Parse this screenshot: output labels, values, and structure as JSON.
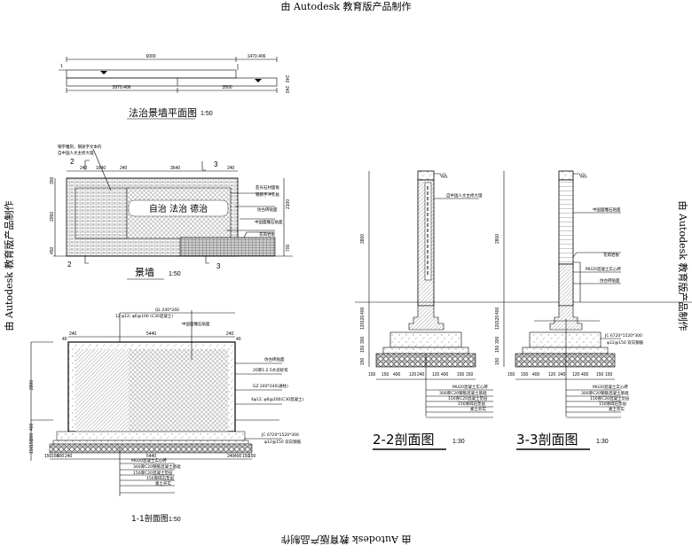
{
  "watermark": "由 Autodesk 教育版产品制作",
  "plan": {
    "title": "法治景墙平面图",
    "scale": "1:50",
    "dims": [
      "6000",
      "1470.406",
      "3970.406",
      "3500",
      "240",
      "240"
    ],
    "section_mark": "1"
  },
  "elevation": {
    "title": "景墙",
    "scale": "1:50",
    "dims_top": [
      "240",
      "1640",
      "240",
      "3640",
      "240"
    ],
    "dims_left": [
      "300",
      "2050",
      "450"
    ],
    "dims_right": [
      "2100",
      "700"
    ],
    "section_marks": [
      "2",
      "3"
    ],
    "wall_text": "自治 法治 德治",
    "labels_left": [
      "钢字雕刻，钢质字文本的",
      "自中国人文主修大理"
    ],
    "labels_right": [
      "亚光石材面板",
      "钢质字冲孔板",
      "仿古砖贴面",
      "中国面雕石贴面",
      "花岗岩板"
    ]
  },
  "section11": {
    "title": "1-1剖面图",
    "scale": "1:50",
    "top_labels": [
      "QL 240*240",
      "12 φ12; φ6@100 (C30混凝土)"
    ],
    "top_dims": [
      "240",
      "5440",
      "240",
      "40",
      "40"
    ],
    "side_dims": [
      "2800",
      "400",
      "300",
      "150",
      "150"
    ],
    "bottom_dims": [
      "150",
      "150",
      "400",
      "240",
      "5440",
      "240",
      "400",
      "150",
      "150"
    ],
    "labels_right": [
      "仿古砖贴面",
      "20厚1:2.5水泥砂浆",
      "GZ 240*240(通柱)",
      "4φ12; φ6@200(C30混凝土)",
      "JC 6720*1520*300",
      "φ12@150 双向钢筋"
    ],
    "label_center": "中国面雕石贴面",
    "labels_bottom": [
      "MU20混凝土实心砖",
      "300厚C20钢筋混凝土基础",
      "150厚C20混凝土垫层",
      "150厚碎石垫层",
      "素土夯实"
    ]
  },
  "section22": {
    "title": "2-2剖面图",
    "scale": "1:30",
    "top_label": "QL",
    "side_label": "自中国人文主修大理",
    "side_dims": [
      "2800",
      "400",
      "120",
      "120",
      "300",
      "150",
      "150"
    ],
    "bottom_dims": [
      "150",
      "150",
      "400",
      "120",
      "240",
      "120",
      "400",
      "150",
      "150"
    ],
    "labels_bottom": [
      "MU20混凝土实心砖",
      "300厚C20钢筋混凝土基础",
      "150厚C20混凝土垫层",
      "150厚碎石垫层",
      "素土夯实"
    ]
  },
  "section33": {
    "title": "3-3剖面图",
    "scale": "1:30",
    "top_label": "QL",
    "labels_side": [
      "中国面雕石贴面",
      "花岗岩板",
      "MU20混凝土实心砖",
      "仿古砖贴面"
    ],
    "labels_right": [
      "JC 6720*1520*300",
      "φ12@150 双向钢筋"
    ],
    "side_dims": [
      "2800",
      "400",
      "120",
      "120",
      "300",
      "150",
      "150"
    ],
    "bottom_dims": [
      "150",
      "150",
      "400",
      "120",
      "240",
      "120",
      "400",
      "150",
      "150"
    ],
    "labels_bottom": [
      "MU20混凝土实心砖",
      "300厚C20钢筋混凝土基础",
      "150厚C20混凝土垫层",
      "150厚碎石垫层",
      "素土夯实"
    ]
  }
}
